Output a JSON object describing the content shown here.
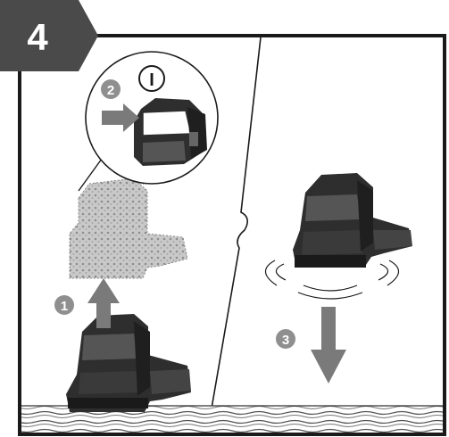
{
  "step_badge": {
    "number": "4"
  },
  "switch_symbol": "I",
  "markers": [
    {
      "label": "1"
    },
    {
      "label": "2"
    },
    {
      "label": "3"
    }
  ],
  "colors": {
    "badge_bg": "#4a4a4a",
    "marker_bg": "#8f8f8f",
    "arrow": "#7a7a7a",
    "tool_dark": "#2e2e2e",
    "tool_mid": "#555555",
    "tool_light": "#a8a8a8",
    "frame": "#1a1a1a"
  },
  "icons": [
    "switch-on-icon",
    "up-arrow-icon",
    "push-arrow-icon",
    "down-arrow-icon",
    "vibration-lines-icon"
  ]
}
